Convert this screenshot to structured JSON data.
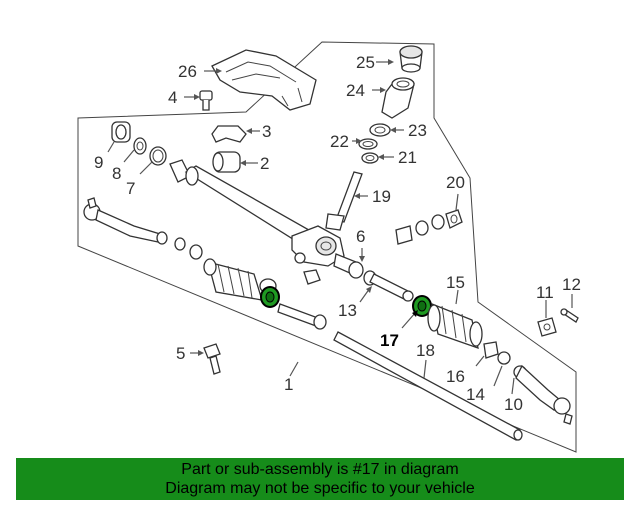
{
  "diagram": {
    "labels": {
      "p1": "1",
      "p2": "2",
      "p3": "3",
      "p4": "4",
      "p5": "5",
      "p6": "6",
      "p7": "7",
      "p8": "8",
      "p9": "9",
      "p10": "10",
      "p11": "11",
      "p12": "12",
      "p13": "13",
      "p14": "14",
      "p15": "15",
      "p16": "16",
      "p17": "17",
      "p18": "18",
      "p19": "19",
      "p20": "20",
      "p21": "21",
      "p22": "22",
      "p23": "23",
      "p24": "24",
      "p25": "25",
      "p26": "26"
    },
    "highlighted_part": "17",
    "highlight_color": "#1f9a22"
  },
  "banner": {
    "line1": "Part or sub-assembly is #17 in diagram",
    "line2": "Diagram may not be specific to your vehicle",
    "background": "#168c1a"
  }
}
